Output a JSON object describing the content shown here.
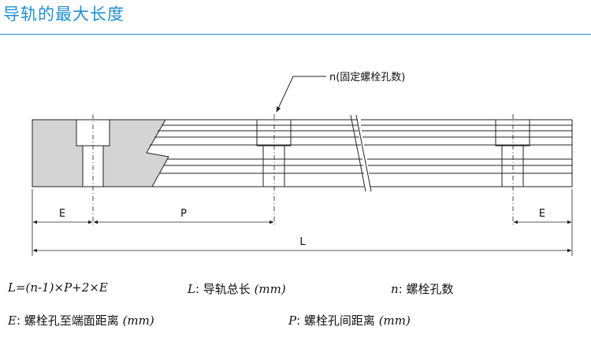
{
  "title": "导轨的最大长度",
  "callout": "n(固定螺栓孔数)",
  "dims": {
    "E_left": "E",
    "P": "P",
    "E_right": "E",
    "L": "L"
  },
  "legend": {
    "formula_vars": "L=(n-1)×P+2×E",
    "L_sym": "L",
    "L_desc": ": 导轨总长",
    "L_unit": "(mm)",
    "n_sym": "n",
    "n_desc": ": 螺栓孔数",
    "E_sym": "E",
    "E_desc": ": 螺栓孔至端面距离",
    "E_unit": "(mm)",
    "P_sym": "P",
    "P_desc": ": 螺栓孔间距离",
    "P_unit": "(mm)"
  },
  "colors": {
    "accent": "#1f8fd1",
    "section_fill": "#d4d4d4",
    "line": "#222222"
  }
}
